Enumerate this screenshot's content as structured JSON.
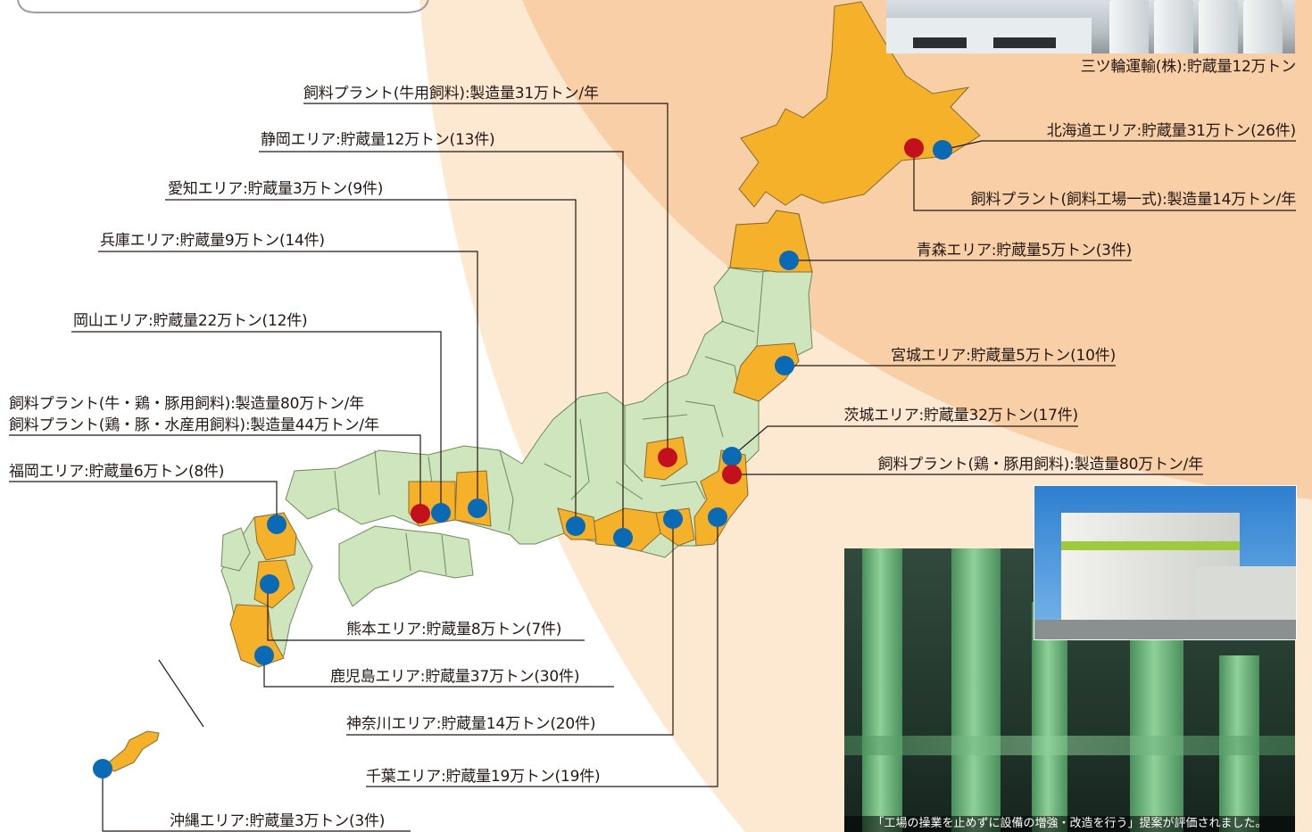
{
  "colors": {
    "highlight_prefecture": "#f6b12a",
    "other_prefecture": "#cfe5bd",
    "storage_marker": "#0a6ab5",
    "plant_marker": "#c2101f",
    "background_arc_outer": "#fde8d2",
    "background_arc_inner": "#f8cfa6"
  },
  "legend_labels": {
    "hokkaido_storage": "三ツ輪運輸(株):貯蔵量12万トン"
  },
  "labels": [
    {
      "id": "plant-cattle-feed",
      "text": "飼料プラント(牛用飼料):製造量31万トン/年"
    },
    {
      "id": "shizuoka",
      "text": "静岡エリア:貯蔵量12万トン(13件)"
    },
    {
      "id": "aichi",
      "text": "愛知エリア:貯蔵量3万トン(9件)"
    },
    {
      "id": "hyogo",
      "text": "兵庫エリア:貯蔵量9万トン(14件)"
    },
    {
      "id": "okayama",
      "text": "岡山エリア:貯蔵量22万トン(12件)"
    },
    {
      "id": "plant-cattle-chicken-pig",
      "text": "飼料プラント(牛・鶏・豚用飼料):製造量80万トン/年"
    },
    {
      "id": "plant-chicken-pig-aqua",
      "text": "飼料プラント(鶏・豚・水産用飼料):製造量44万トン/年"
    },
    {
      "id": "fukuoka",
      "text": "福岡エリア:貯蔵量6万トン(8件)"
    },
    {
      "id": "kumamoto",
      "text": "熊本エリア:貯蔵量8万トン(7件)"
    },
    {
      "id": "kagoshima",
      "text": "鹿児島エリア:貯蔵量37万トン(30件)"
    },
    {
      "id": "kanagawa",
      "text": "神奈川エリア:貯蔵量14万トン(20件)"
    },
    {
      "id": "chiba",
      "text": "千葉エリア:貯蔵量19万トン(19件)"
    },
    {
      "id": "okinawa",
      "text": "沖縄エリア:貯蔵量3万トン(3件)"
    },
    {
      "id": "hokkaido",
      "text": "北海道エリア:貯蔵量31万トン(26件)"
    },
    {
      "id": "plant-full-factory",
      "text": "飼料プラント(飼料工場一式):製造量14万トン/年"
    },
    {
      "id": "aomori",
      "text": "青森エリア:貯蔵量5万トン(3件)"
    },
    {
      "id": "miyagi",
      "text": "宮城エリア:貯蔵量5万トン(10件)"
    },
    {
      "id": "ibaraki",
      "text": "茨城エリア:貯蔵量32万トン(17件)"
    },
    {
      "id": "plant-chicken-pig",
      "text": "飼料プラント(鶏・豚用飼料):製造量80万トン/年"
    }
  ],
  "photo_caption": "「工場の操業を止めずに設備の増強・改造を行う」提案が評価されました。"
}
